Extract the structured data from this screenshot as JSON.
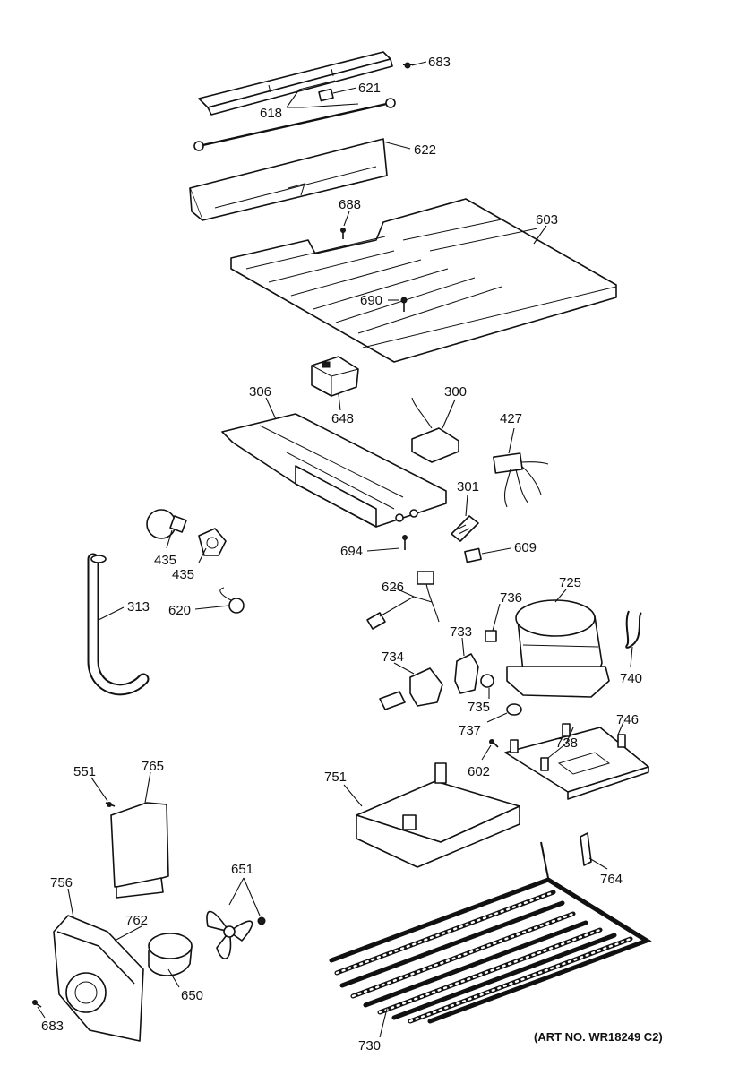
{
  "art_number": "(ART NO. WR18249 C2)",
  "callouts": {
    "c683a": "683",
    "c621": "621",
    "c618": "618",
    "c622": "622",
    "c688": "688",
    "c603": "603",
    "c690": "690",
    "c306": "306",
    "c300": "300",
    "c648": "648",
    "c427": "427",
    "c301": "301",
    "c435a": "435",
    "c435b": "435",
    "c694": "694",
    "c609": "609",
    "c313": "313",
    "c620": "620",
    "c626": "626",
    "c725": "725",
    "c736": "736",
    "c733": "733",
    "c734": "734",
    "c740": "740",
    "c735": "735",
    "c737": "737",
    "c746": "746",
    "c738": "738",
    "c602": "602",
    "c551": "551",
    "c765": "765",
    "c751": "751",
    "c651": "651",
    "c764": "764",
    "c756": "756",
    "c762": "762",
    "c650": "650",
    "c683b": "683",
    "c730": "730"
  }
}
